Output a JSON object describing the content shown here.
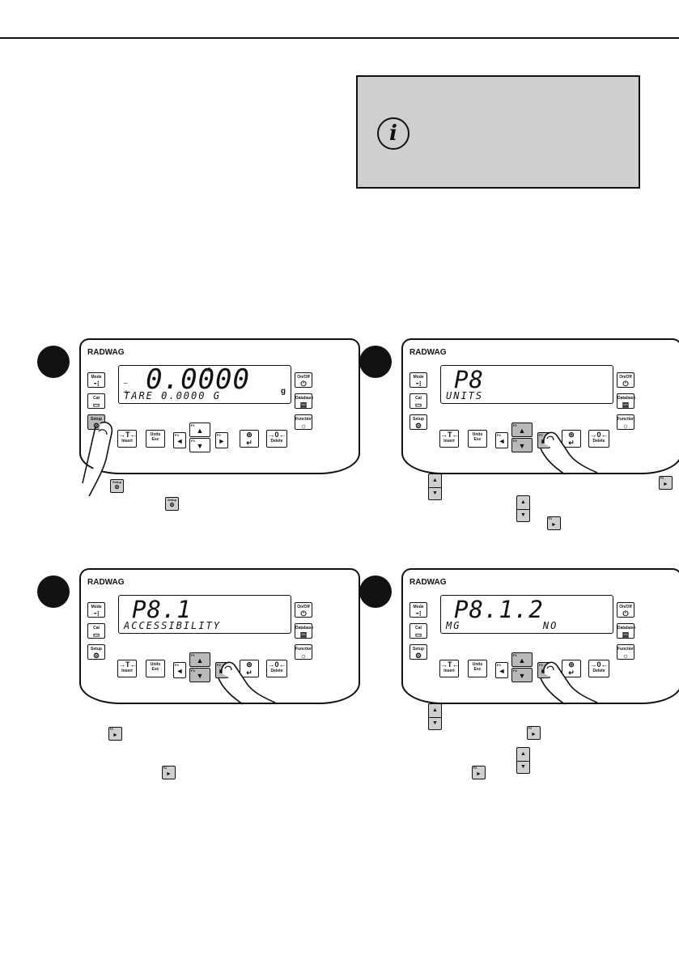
{
  "info_box": {
    "icon": "info-icon"
  },
  "keys": {
    "mode": "Mode",
    "cal": "Cal",
    "setup": "Setup",
    "tare_symbol": "→T←",
    "insert": "Insert",
    "units": "Units",
    "esc": "Esc",
    "zero_symbol": "→0←",
    "delete": "Delete",
    "onoff": "On/Off",
    "database": "Database",
    "function": "Function",
    "f1": "F1",
    "f2": "F2",
    "f3": "F3",
    "f4": "F4",
    "up": "▲",
    "down": "▼",
    "left": "◄",
    "right": "►"
  },
  "logo": "RADWAG",
  "steps": [
    {
      "display_main": "0.0000",
      "display_sub": "TARE 0.0000 G",
      "unit": "g",
      "scale": "x1",
      "stability": "⌣",
      "zero": "-o-"
    },
    {
      "display_main": "P8",
      "display_sub": "UNITS"
    },
    {
      "display_main": "P8.1",
      "display_sub": "ACCESSIBILITY"
    },
    {
      "display_main": "P8.1.2",
      "display_sub": "MG           NO"
    }
  ],
  "colors": {
    "key_highlight": "#b9b9b9",
    "info_box_bg": "#cfcfcf",
    "badge": "#111111"
  }
}
